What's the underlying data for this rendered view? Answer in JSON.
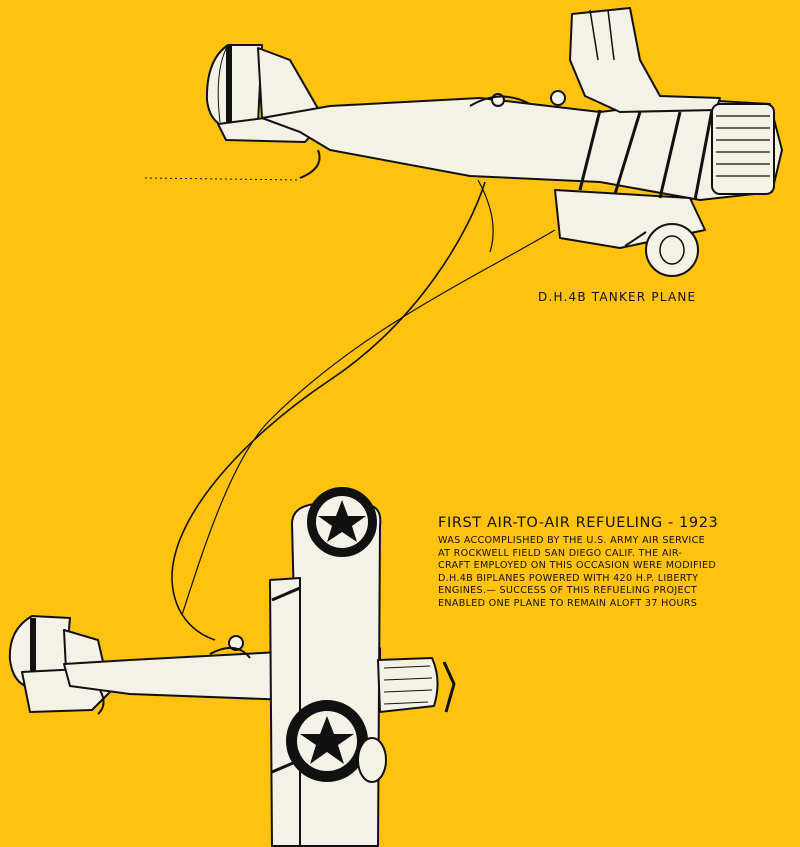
{
  "tanker_label": "D.H.4B TANKER PLANE",
  "caption": {
    "title": "FIRST AIR-TO-AIR REFUELING - 1923",
    "lines": [
      "WAS ACCOMPLISHED BY THE U.S. ARMY AIR SERVICE",
      "AT ROCKWELL FIELD SAN DIEGO CALIF.  THE AIR-",
      "CRAFT EMPLOYED ON THIS OCCASION WERE MODIFIED",
      "D.H.4B BIPLANES POWERED WITH 420 H.P. LIBERTY",
      "ENGINES.— SUCCESS OF THIS REFUELING PROJECT",
      "ENABLED ONE PLANE TO REMAIN ALOFT 37 HOURS"
    ]
  },
  "colors": {
    "background": "#FFC20E",
    "aircraft_fill": "#F4F1E6",
    "ink": "#111111"
  }
}
